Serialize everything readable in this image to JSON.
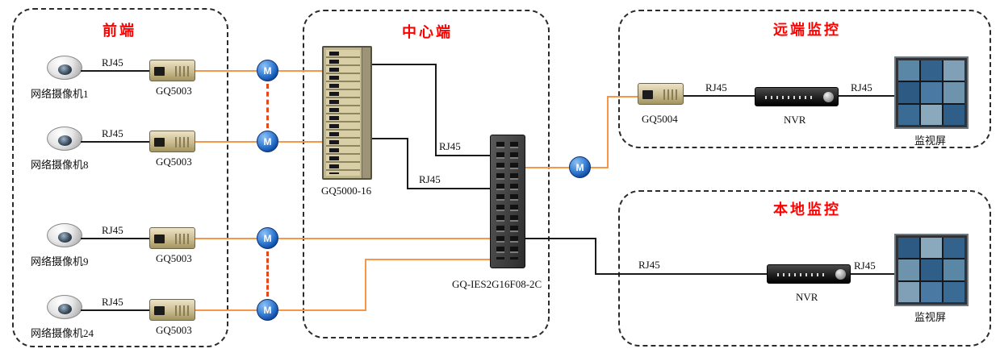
{
  "sections": {
    "front": {
      "title": "前端"
    },
    "center": {
      "title": "中心端"
    },
    "remote": {
      "title": "远端监控"
    },
    "local": {
      "title": "本地监控"
    }
  },
  "front_units": [
    {
      "camera": "网络摄像机1",
      "link": "RJ45",
      "converter": "GQ5003"
    },
    {
      "camera": "网络摄像机8",
      "link": "RJ45",
      "converter": "GQ5003"
    },
    {
      "camera": "网络摄像机9",
      "link": "RJ45",
      "converter": "GQ5003"
    },
    {
      "camera": "网络摄像机24",
      "link": "RJ45",
      "converter": "GQ5003"
    }
  ],
  "center": {
    "chassis": "GQ5000-16",
    "switch": "GQ-IES2G16F08-2C",
    "uplink_a": "RJ45",
    "uplink_b": "RJ45"
  },
  "remote": {
    "converter": "GQ5004",
    "link_nvr": "RJ45",
    "nvr": "NVR",
    "link_monitor": "RJ45",
    "monitor": "监视屏"
  },
  "local": {
    "link_nvr": "RJ45",
    "nvr": "NVR",
    "link_monitor": "RJ45",
    "monitor": "监视屏"
  },
  "icons": {
    "fiber_node_glyph": "M"
  },
  "colors": {
    "fiber": "#f79646",
    "copper": "#1a1a1a",
    "section_title": "#ff0000"
  }
}
